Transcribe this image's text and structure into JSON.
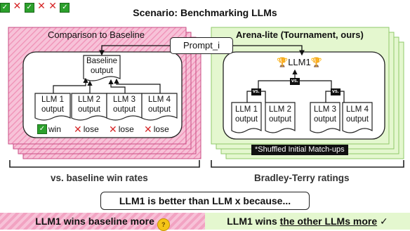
{
  "title": "Scenario: Benchmarking LLMs",
  "left_panel": {
    "title": "Comparison to Baseline",
    "baseline_label": "Baseline output",
    "docs": [
      {
        "label": "LLM 1 output",
        "result": "win"
      },
      {
        "label": "LLM 2 output",
        "result": "lose"
      },
      {
        "label": "LLM 3 output",
        "result": "lose"
      },
      {
        "label": "LLM 4 output",
        "result": "lose"
      }
    ],
    "caption": "vs. baseline win rates"
  },
  "prompt": "Prompt_i",
  "right_panel": {
    "title": "Arena-lite (Tournament, ours)",
    "winner": "LLM1",
    "vs": "vs.",
    "docs": [
      "LLM 1 output",
      "LLM 2 output",
      "LLM 3 output",
      "LLM 4 output"
    ],
    "shuffled": "*Shuffled Initial Match-ups",
    "caption": "Bradley-Terry ratings"
  },
  "conclusion": "LLM1 is better than LLM x because...",
  "bottom_left": "LLM1 wins baseline more",
  "bottom_right_prefix": "LLM1 wins ",
  "bottom_right_underlined": "the other LLMs more",
  "bottom_right_mark": "✓",
  "colors": {
    "pink": "#f7c2d8",
    "pink_dark": "#d9578e",
    "green": "#e4f7cf",
    "green_dark": "#8fc96a",
    "check": "#2ca02c",
    "cross": "#d62728"
  },
  "icons": [
    "check-icon",
    "cross-icon",
    "trophy-icon",
    "thinking-face-icon"
  ]
}
